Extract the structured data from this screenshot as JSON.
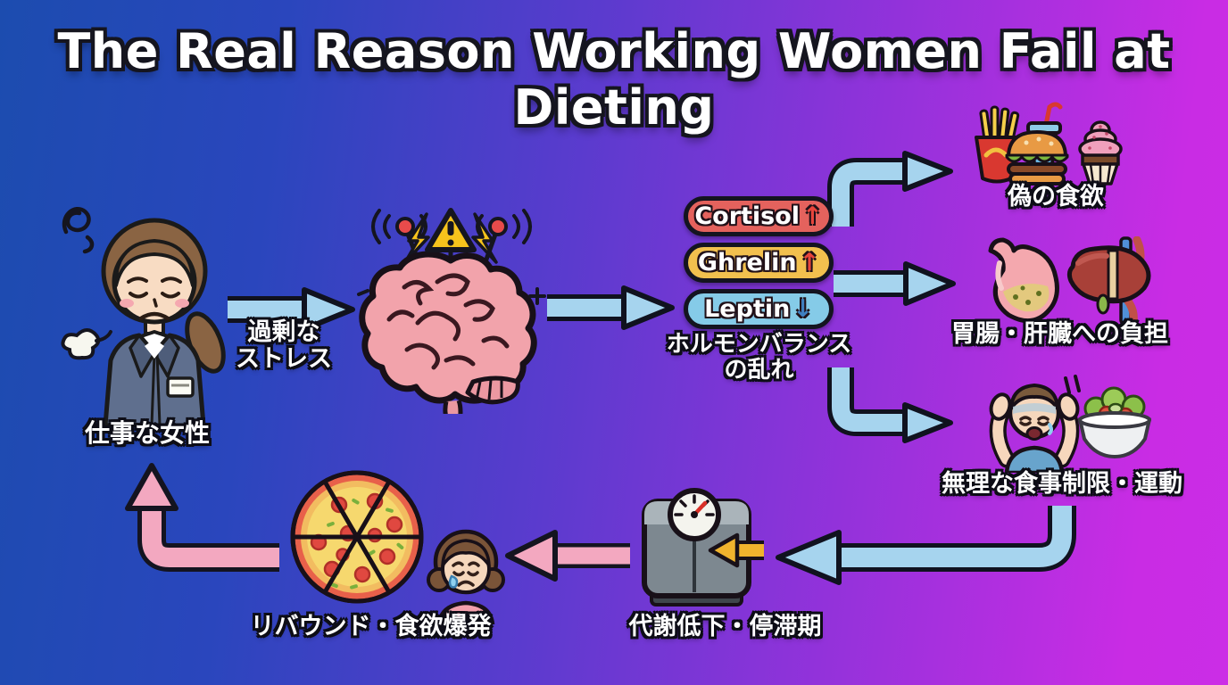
{
  "title": "The Real Reason Working Women Fail at Dieting",
  "nodes": {
    "worker": {
      "label": "仕事な女性"
    },
    "stress": {
      "line1": "過剰な",
      "line2": "ストレス"
    },
    "hormones": {
      "pills": [
        {
          "name": "Cortisol",
          "arrow": "↑",
          "pill_color": "#e4625d",
          "arrow_color": "#e8453c"
        },
        {
          "name": "Ghrelin",
          "arrow": "↑",
          "pill_color": "#f2c04e",
          "arrow_color": "#e8453c"
        },
        {
          "name": "Leptin",
          "arrow": "↓",
          "pill_color": "#85cbe8",
          "arrow_color": "#3f7fc0"
        }
      ],
      "line1": "ホルモンバランス",
      "line2": "の乱れ"
    },
    "false_appetite": {
      "label": "偽の食欲"
    },
    "organ_burden": {
      "label": "胃腸・肝臓への負担"
    },
    "extreme_restriction": {
      "label": "無理な食事制限・運動"
    },
    "metabolic_slowdown": {
      "label": "代謝低下・停滞期"
    },
    "rebound": {
      "label": "リバウンド・食欲爆発"
    }
  },
  "icons": {
    "worker": "stressed-office-woman-icon",
    "stress_scribble": "stress-scribble-icon",
    "sigh": "sigh-puff-icon",
    "brain": "overloaded-brain-alert-icon",
    "fast_food": "fries-burger-soda-cupcake-icons",
    "organs": "stomach-liver-icons",
    "restriction": "exhausted-person-salad-icons",
    "scale": "bathroom-scale-icon",
    "rebound": "pizza-crying-girl-icons"
  },
  "colors": {
    "background_left": "#1c4caf",
    "background_right": "#cb2de6",
    "flow_arrow_blue": "#a6d4ee",
    "flow_arrow_pink": "#f3a8c0",
    "flow_arrow_yellow": "#f0b32d",
    "arrow_outline": "#10121f",
    "label_text": "#ffffff"
  }
}
